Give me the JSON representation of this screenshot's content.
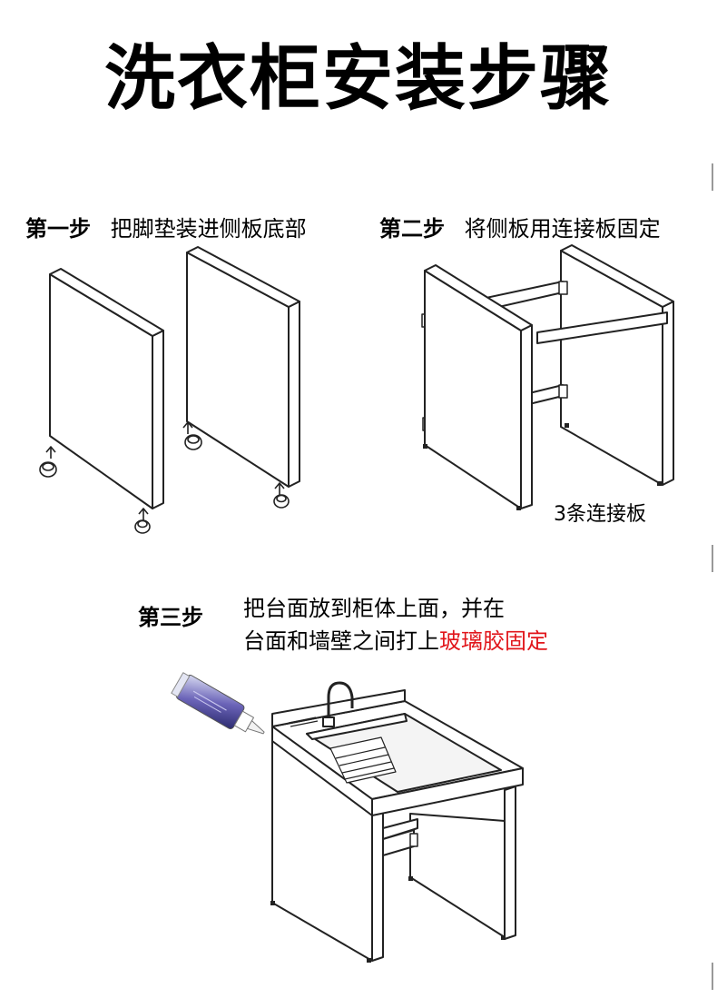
{
  "title": "洗衣柜安装步骤",
  "steps": [
    {
      "num": "第一步",
      "text": "把脚垫装进侧板底部"
    },
    {
      "num": "第二步",
      "text": "将侧板用连接板固定"
    },
    {
      "num": "第三步",
      "line1": "把台面放到柜体上面，并在",
      "line2_plain": "台面和墙壁之间打上",
      "line2_highlight": "玻璃胶固定"
    }
  ],
  "step2_note": "3条连接板",
  "colors": {
    "highlight": "#e1161b",
    "ink": "#222222"
  }
}
